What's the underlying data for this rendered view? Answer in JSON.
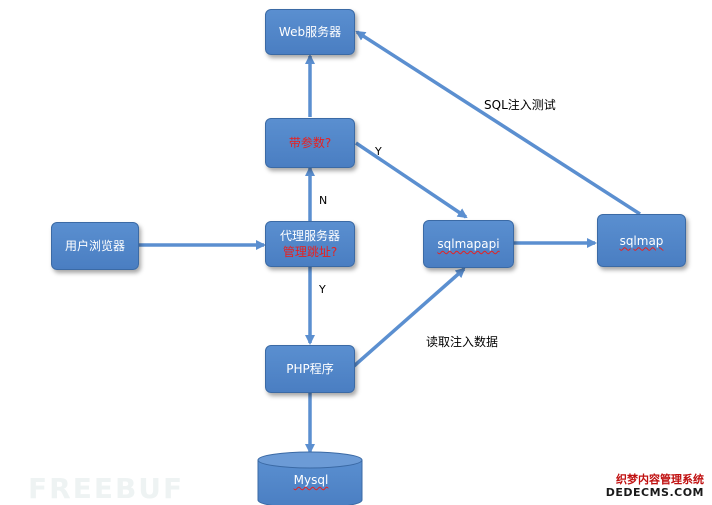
{
  "nodes": {
    "web_server": "Web服务器",
    "has_params": "带参数?",
    "browser": "用户浏览器",
    "proxy_line1": "代理服务器",
    "proxy_line2": "管理跳址?",
    "sqlmapapi": "sqlmapapi",
    "sqlmap": "sqlmap",
    "php": "PHP程序",
    "mysql": "Mysql"
  },
  "edge_labels": {
    "sql_injection_test": "SQL注入测试",
    "read_injection_data": "读取注入数据",
    "yes_to_sqlmapapi": "Y",
    "no_to_params": "N",
    "yes_to_php": "Y"
  },
  "watermark": {
    "line1": "织梦内容管理系统",
    "line2": "DEDECMS.COM",
    "faint": "FREEBUF"
  },
  "colors": {
    "node_fill": "#4f86c8",
    "arrow": "#5b8fd0",
    "accent_text": "#e8201f"
  }
}
